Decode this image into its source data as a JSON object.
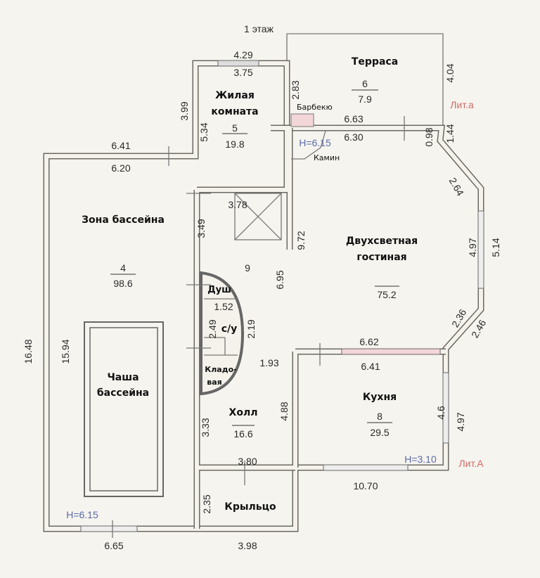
{
  "title": "1 этаж",
  "rooms": {
    "terrace": {
      "name": "Терраса",
      "number": "6",
      "area": "7.9"
    },
    "living_room": {
      "name1": "Жилая",
      "name2": "комната",
      "number": "5",
      "area": "19.8"
    },
    "pool_zone": {
      "name": "Зона бассейна",
      "number": "4",
      "area": "98.6"
    },
    "pool_bowl": {
      "name1": "Чаша",
      "name2": "бассейна"
    },
    "lounge": {
      "name1": "Двухсветная",
      "name2": "гостиная",
      "area": "75.2"
    },
    "hall_number": "9",
    "shower": "Душ",
    "wc": "с/у",
    "storage1": "Кладо-",
    "storage2": "вая",
    "kitchen": {
      "name": "Кухня",
      "number": "8",
      "area": "29.5"
    },
    "hall": {
      "name": "Холл",
      "area": "16.6"
    },
    "porch": "Крыльцо",
    "bbq": "Барбекю",
    "fireplace": "Камин"
  },
  "heights": {
    "upper": "H=6.15",
    "pool": "H=6.15",
    "kitchen": "H=3.10"
  },
  "liters": {
    "small": "Лит.а",
    "main": "Лит.А"
  },
  "dims": {
    "d429": "4.29",
    "d375": "3.75",
    "d399": "3.99",
    "d534": "5.34",
    "d283": "2.83",
    "d663": "6.63",
    "d630": "6.30",
    "d404": "4.04",
    "d144": "1.44",
    "d098": "0.98",
    "d641top": "6.41",
    "d620": "6.20",
    "d378": "3.78",
    "d349": "3.49",
    "d972": "9.72",
    "d695": "6.95",
    "d264": "2.64",
    "d497a": "4.97",
    "d514": "5.14",
    "d236": "2.36",
    "d246": "2.46",
    "d152": "1.52",
    "d249": "2.49",
    "d219": "2.19",
    "d193": "1.93",
    "d662": "6.62",
    "d641": "6.41",
    "d1648": "16.48",
    "d1594": "15.94",
    "d333": "3.33",
    "d488": "4.88",
    "d46": "4.6",
    "d497b": "4.97",
    "d380": "3.80",
    "d1070": "10.70",
    "d235": "2.35",
    "d665": "6.65",
    "d398": "3.98"
  },
  "colors": {
    "wall": "#6a6a66",
    "liter": "#d06a6a",
    "height": "#5a6aa8",
    "bbq": "#f3d6d8"
  }
}
